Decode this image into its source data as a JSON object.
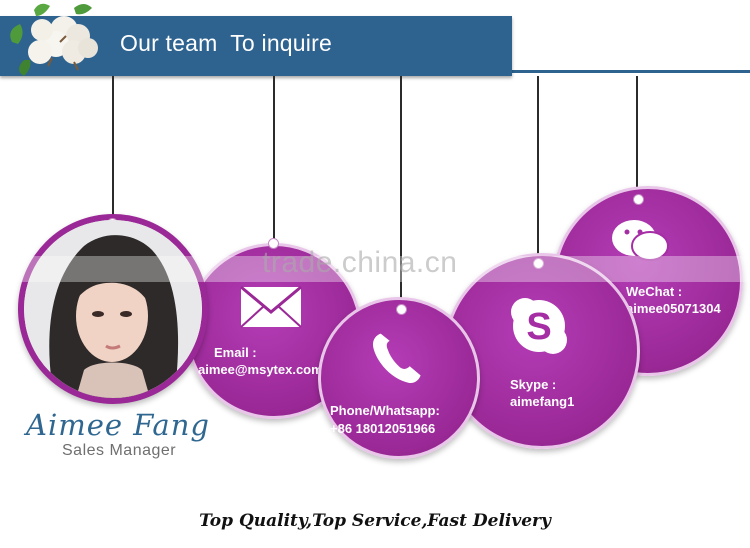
{
  "header": {
    "title": "Our team  To inquire"
  },
  "person": {
    "name": "Aimee Fang",
    "role": "Sales Manager"
  },
  "contacts": {
    "email": {
      "label": "Email :",
      "value": "aimee@msytex.com",
      "icon": "envelope-icon"
    },
    "phone": {
      "label": "Phone/Whatsapp:",
      "value": "+86 18012051966",
      "icon": "phone-handset-icon"
    },
    "skype": {
      "label": "Skype :",
      "value": "aimefang1",
      "icon": "skype-icon"
    },
    "wechat": {
      "label": "WeChat :",
      "value": "aimee05071304",
      "icon": "wechat-icon"
    }
  },
  "watermark": "trade.china.cn",
  "footer": {
    "tagline": "Top Quality,Top Service,Fast Delivery"
  },
  "colors": {
    "banner": "#2e6390",
    "tag_purple": "#9a2896",
    "name_blue": "#2f6790"
  }
}
